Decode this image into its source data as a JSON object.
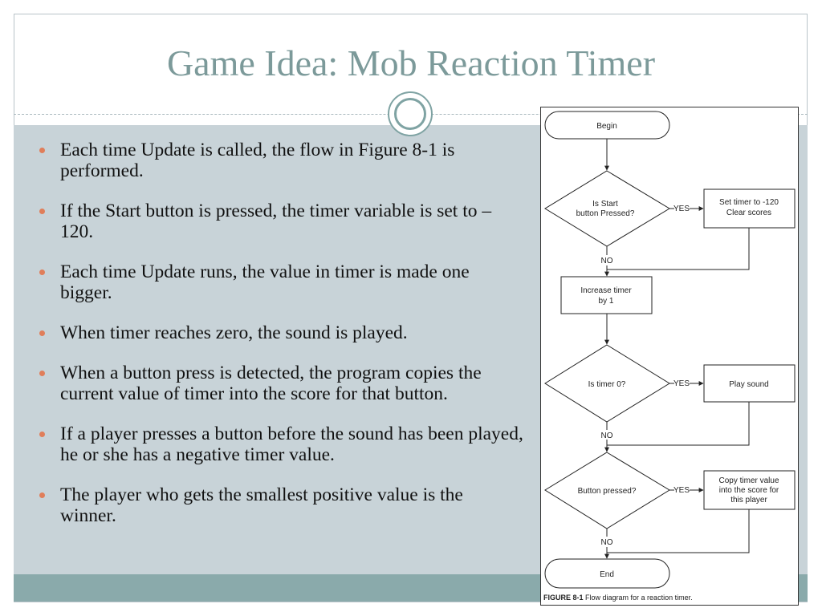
{
  "slide": {
    "title": "Game Idea: Mob Reaction Timer",
    "bullets": [
      "Each time Update is called, the flow in Figure 8-1 is performed.",
      "If the Start button is pressed, the timer variable is set to –120.",
      "Each time Update runs, the value in timer is made one bigger.",
      "When timer reaches zero, the sound is played.",
      "When a button press is detected, the program copies the current value of timer into the score for that button.",
      "If a player presses a button before the sound has been played, he or she has a negative timer value.",
      "The player who gets the smallest positive value is the winner."
    ]
  },
  "flowchart": {
    "begin": "Begin",
    "end": "End",
    "decision_start": [
      "Is Start",
      "button Pressed?"
    ],
    "action_start": [
      "Set timer to -120",
      "Clear scores"
    ],
    "increase": [
      "Increase timer",
      "by 1"
    ],
    "decision_timer": "Is timer 0?",
    "action_sound": "Play sound",
    "decision_button": "Button pressed?",
    "action_copy": [
      "Copy timer value",
      "into the score for",
      "this player"
    ],
    "yes_label": "YES",
    "no_label": "NO",
    "caption_label": "FIGURE 8-1",
    "caption_text": "Flow diagram for a reaction timer."
  },
  "colors": {
    "title": "#7c9a9a",
    "bullet_dot": "#e07e5a",
    "content_bg": "#c8d3d8",
    "footer_bar": "#8aaaab"
  }
}
